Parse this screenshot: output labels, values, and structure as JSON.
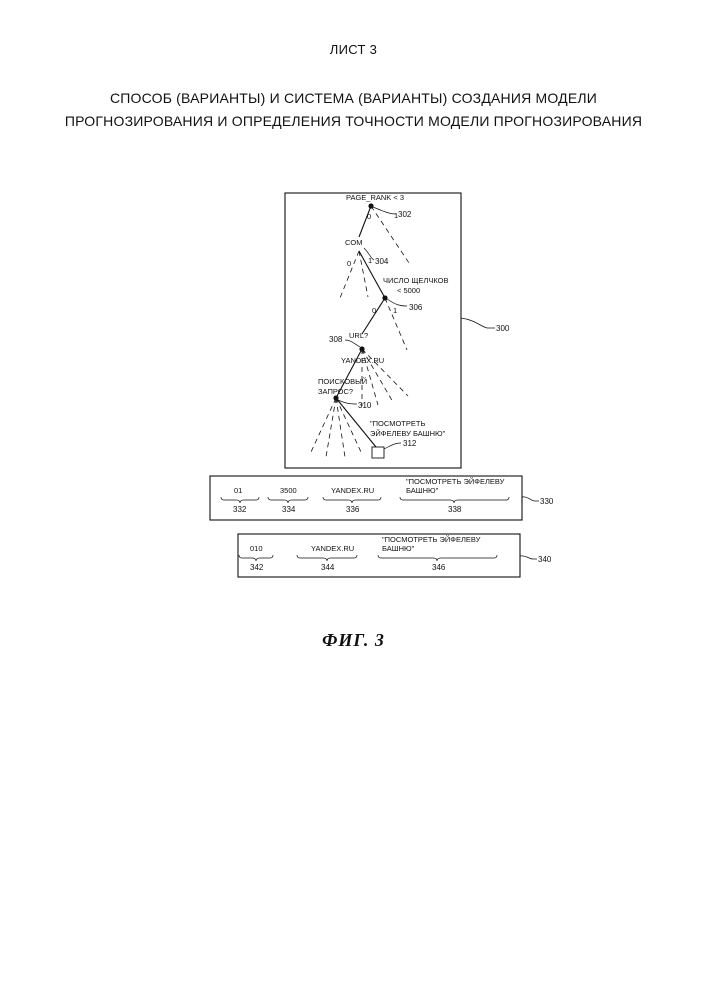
{
  "header": {
    "sheet_label": "ЛИСТ 3",
    "title_line1": "СПОСОБ (ВАРИАНТЫ) И СИСТЕМА (ВАРИАНТЫ) СОЗДАНИЯ МОДЕЛИ",
    "title_line2": "ПРОГНОЗИРОВАНИЯ И ОПРЕДЕЛЕНИЯ ТОЧНОСТИ МОДЕЛИ ПРОГНОЗИРОВАНИЯ"
  },
  "tree": {
    "ref": "300",
    "nodes": {
      "page_rank": {
        "label": "PAGE_RANK < 3",
        "ref": "302"
      },
      "com": {
        "label": "COM",
        "ref": "304"
      },
      "clicks": {
        "label_line1": "ЧИСЛО ЩЕЛЧКОВ",
        "label_line2": "< 5000",
        "ref": "306"
      },
      "url": {
        "label": "URL?",
        "ref": "308"
      },
      "yandex": {
        "label": "YANDEX.RU"
      },
      "query": {
        "label_line1": "ПОИСКОВЫЙ",
        "label_line2": "ЗАПРОС?",
        "ref": "310"
      },
      "leaf": {
        "label_line1": "\"ПОСМОТРЕТЬ",
        "label_line2": "ЭЙФЕЛЕВУ БАШНЮ\"",
        "ref": "312"
      }
    },
    "branch_labels": {
      "zero": "0",
      "one": "1"
    }
  },
  "box1": {
    "ref": "330",
    "fields": [
      {
        "value": "01",
        "ref": "332"
      },
      {
        "value": "3500",
        "ref": "334"
      },
      {
        "value": "YANDEX.RU",
        "ref": "336"
      },
      {
        "value_line1": "\"ПОСМОТРЕТЬ ЭЙФЕЛЕВУ",
        "value_line2": "БАШНЮ\"",
        "ref": "338"
      }
    ]
  },
  "box2": {
    "ref": "340",
    "fields": [
      {
        "value": "010",
        "ref": "342"
      },
      {
        "value": "YANDEX.RU",
        "ref": "344"
      },
      {
        "value_line1": "\"ПОСМОТРЕТЬ ЭЙФЕЛЕВУ",
        "value_line2": "БАШНЮ\"",
        "ref": "346"
      }
    ]
  },
  "caption": "ФИГ. 3"
}
